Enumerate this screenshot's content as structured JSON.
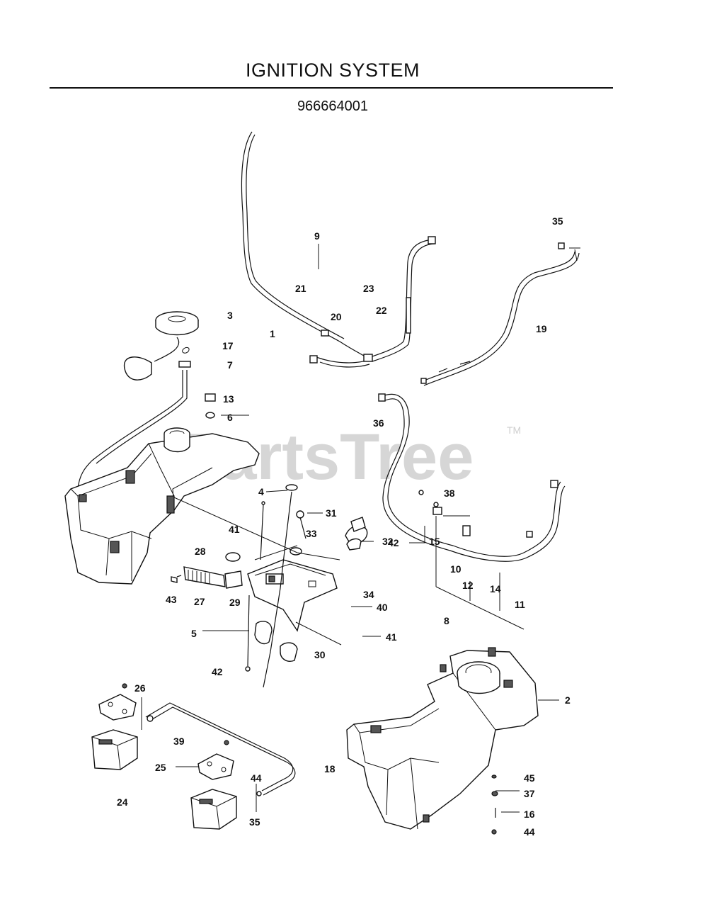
{
  "title": "IGNITION SYSTEM",
  "part_number": "966664001",
  "watermark": "PartsTree",
  "watermark_tm": "TM",
  "callouts": {
    "c1": "1",
    "c2": "2",
    "c3": "3",
    "c4": "4",
    "c5": "5",
    "c6": "6",
    "c7": "7",
    "c8": "8",
    "c9": "9",
    "c10": "10",
    "c11": "11",
    "c12": "12",
    "c13": "13",
    "c14": "14",
    "c15": "15",
    "c16": "16",
    "c17": "17",
    "c18": "18",
    "c19": "19",
    "c20": "20",
    "c21": "21",
    "c22": "22",
    "c23": "23",
    "c24": "24",
    "c25": "25",
    "c26": "26",
    "c27": "27",
    "c28": "28",
    "c29": "29",
    "c30": "30",
    "c31": "31",
    "c32": "32",
    "c33": "33",
    "c34": "34",
    "c35a": "35",
    "c35b": "35",
    "c36": "36",
    "c37": "37",
    "c38": "38",
    "c39": "39",
    "c40": "40",
    "c41a": "41",
    "c41b": "41",
    "c42a": "42",
    "c42b": "42",
    "c43": "43",
    "c44a": "44",
    "c44b": "44",
    "c45": "45"
  }
}
